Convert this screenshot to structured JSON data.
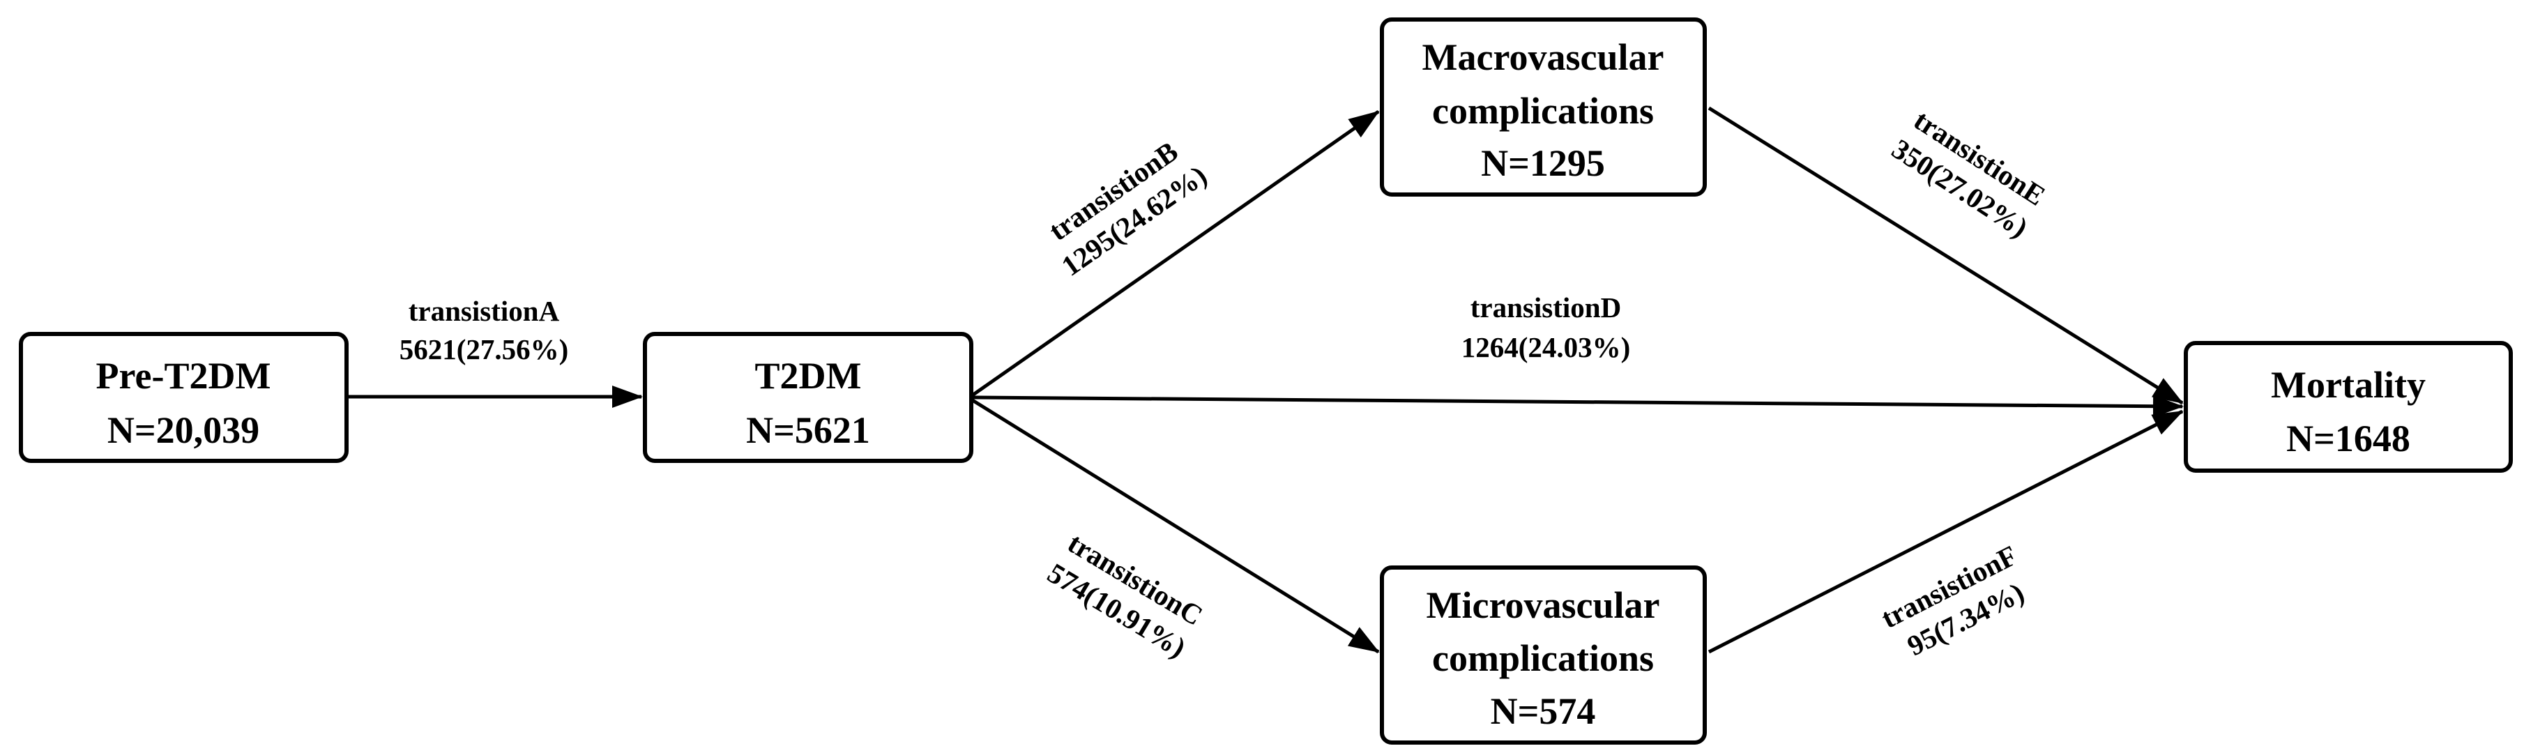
{
  "nodes": {
    "pre_t2dm": {
      "line1": "Pre-T2DM",
      "line2": "N=20,039"
    },
    "t2dm": {
      "line1": "T2DM",
      "line2": "N=5621"
    },
    "macro": {
      "line1": "Macrovascular",
      "line2": "complications",
      "line3": "N=1295"
    },
    "micro": {
      "line1": "Microvascular",
      "line2": "complications",
      "line3": "N=574"
    },
    "mortality": {
      "line1": "Mortality",
      "line2": "N=1648"
    }
  },
  "edges": {
    "a": {
      "name": "transistionA",
      "value": "5621(27.56%)"
    },
    "b": {
      "name": "transistionB",
      "value": "1295(24.62%)"
    },
    "c": {
      "name": "transistionC",
      "value": "574(10.91%)"
    },
    "d": {
      "name": "transistionD",
      "value": "1264(24.03%)"
    },
    "e": {
      "name": "transistionE",
      "value": "350(27.02%)"
    },
    "f": {
      "name": "transistionF",
      "value": "95(7.34%)"
    }
  }
}
